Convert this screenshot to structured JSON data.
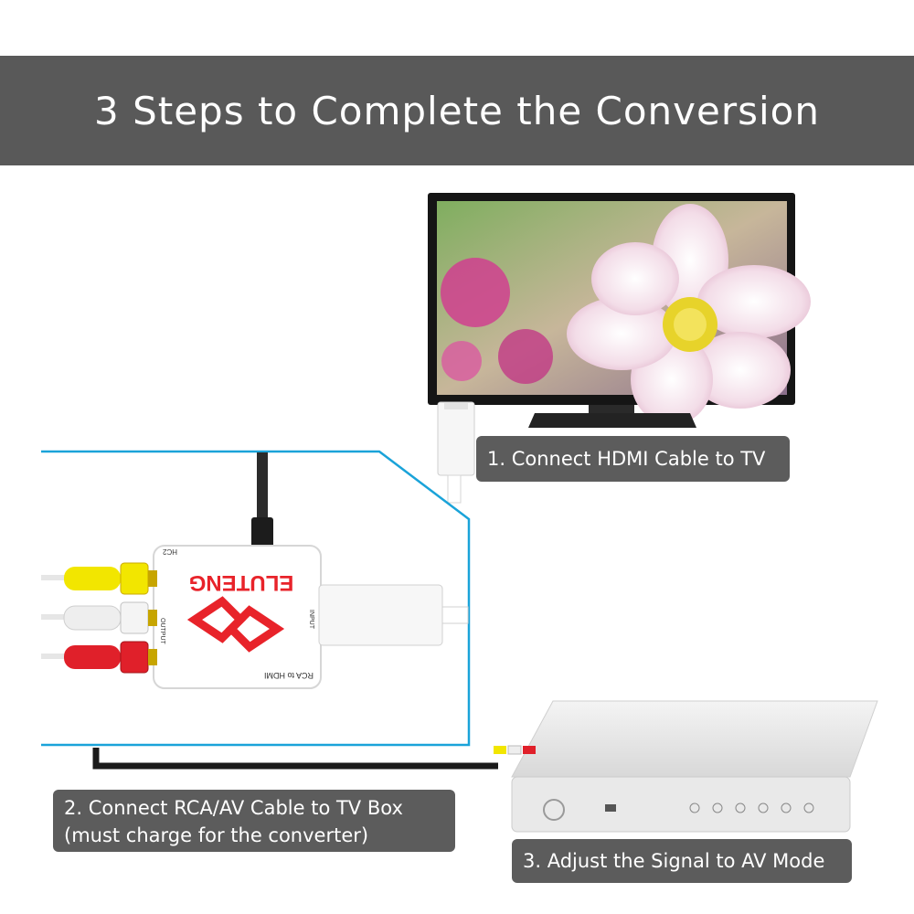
{
  "banner": {
    "title": "3 Steps to Complete the Conversion"
  },
  "steps": [
    {
      "text": "1. Connect HDMI Cable to TV"
    },
    {
      "lines": [
        "2. Connect RCA/AV Cable to TV Box",
        "(must charge for the converter)"
      ]
    },
    {
      "text": "3. Adjust the Signal to AV Mode"
    }
  ],
  "converter": {
    "brand": "ELUTENG",
    "model": "RCA to HDMI",
    "port_power": "HC2",
    "port_output": "OUTPUT",
    "port_input": "INPUT"
  },
  "colors": {
    "banner": "#595959",
    "callout": "#5c5c5c",
    "guide_line": "#1aa3d9",
    "brand_red": "#e8232a",
    "rca_yellow": "#f2e600",
    "rca_white": "#eeeeee",
    "rca_red": "#e0202a"
  },
  "icons": [
    "tv-icon",
    "converter-box-icon",
    "tv-box-icon",
    "hdmi-plug-icon",
    "rca-plug-icon",
    "power-button-icon"
  ]
}
